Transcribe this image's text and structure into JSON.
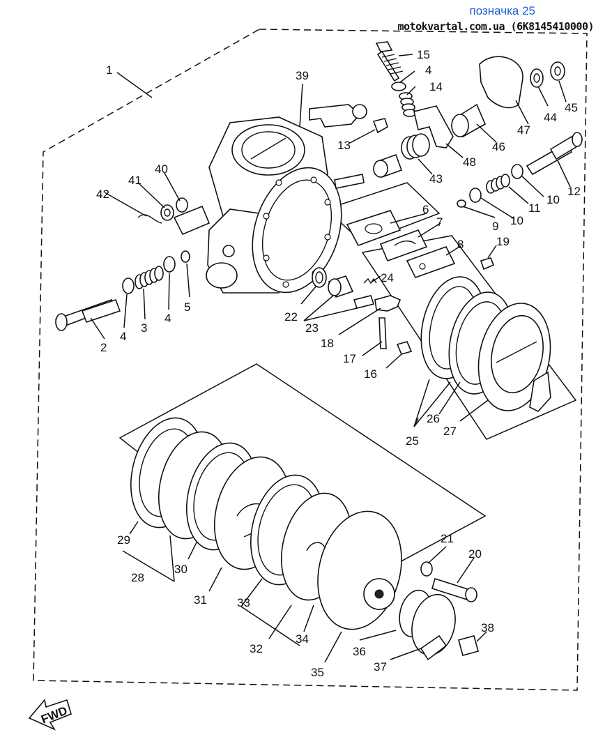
{
  "header": {
    "tag": "позначка 25",
    "source": "motokvartal.com.ua (6K8145410000)"
  },
  "fwd_label": "FWD",
  "callouts": [
    {
      "id": "1",
      "label": "1"
    },
    {
      "id": "2",
      "label": "2"
    },
    {
      "id": "3",
      "label": "3"
    },
    {
      "id": "4a",
      "label": "4"
    },
    {
      "id": "4b",
      "label": "4"
    },
    {
      "id": "4c",
      "label": "4"
    },
    {
      "id": "5",
      "label": "5"
    },
    {
      "id": "6",
      "label": "6"
    },
    {
      "id": "7",
      "label": "7"
    },
    {
      "id": "8",
      "label": "8"
    },
    {
      "id": "9",
      "label": "9"
    },
    {
      "id": "10a",
      "label": "10"
    },
    {
      "id": "10b",
      "label": "10"
    },
    {
      "id": "11",
      "label": "11"
    },
    {
      "id": "12",
      "label": "12"
    },
    {
      "id": "13",
      "label": "13"
    },
    {
      "id": "14",
      "label": "14"
    },
    {
      "id": "15",
      "label": "15"
    },
    {
      "id": "16",
      "label": "16"
    },
    {
      "id": "17",
      "label": "17"
    },
    {
      "id": "18",
      "label": "18"
    },
    {
      "id": "19",
      "label": "19"
    },
    {
      "id": "20",
      "label": "20"
    },
    {
      "id": "21",
      "label": "21"
    },
    {
      "id": "22",
      "label": "22"
    },
    {
      "id": "23",
      "label": "23"
    },
    {
      "id": "24",
      "label": "24"
    },
    {
      "id": "25",
      "label": "25"
    },
    {
      "id": "26",
      "label": "26"
    },
    {
      "id": "27",
      "label": "27"
    },
    {
      "id": "28",
      "label": "28"
    },
    {
      "id": "29",
      "label": "29"
    },
    {
      "id": "30",
      "label": "30"
    },
    {
      "id": "31",
      "label": "31"
    },
    {
      "id": "32",
      "label": "32"
    },
    {
      "id": "33",
      "label": "33"
    },
    {
      "id": "34",
      "label": "34"
    },
    {
      "id": "35",
      "label": "35"
    },
    {
      "id": "36",
      "label": "36"
    },
    {
      "id": "37",
      "label": "37"
    },
    {
      "id": "38",
      "label": "38"
    },
    {
      "id": "39",
      "label": "39"
    },
    {
      "id": "40",
      "label": "40"
    },
    {
      "id": "41",
      "label": "41"
    },
    {
      "id": "42",
      "label": "42"
    },
    {
      "id": "43",
      "label": "43"
    },
    {
      "id": "44",
      "label": "44"
    },
    {
      "id": "45",
      "label": "45"
    },
    {
      "id": "46",
      "label": "46"
    },
    {
      "id": "47",
      "label": "47"
    },
    {
      "id": "48",
      "label": "48"
    }
  ]
}
